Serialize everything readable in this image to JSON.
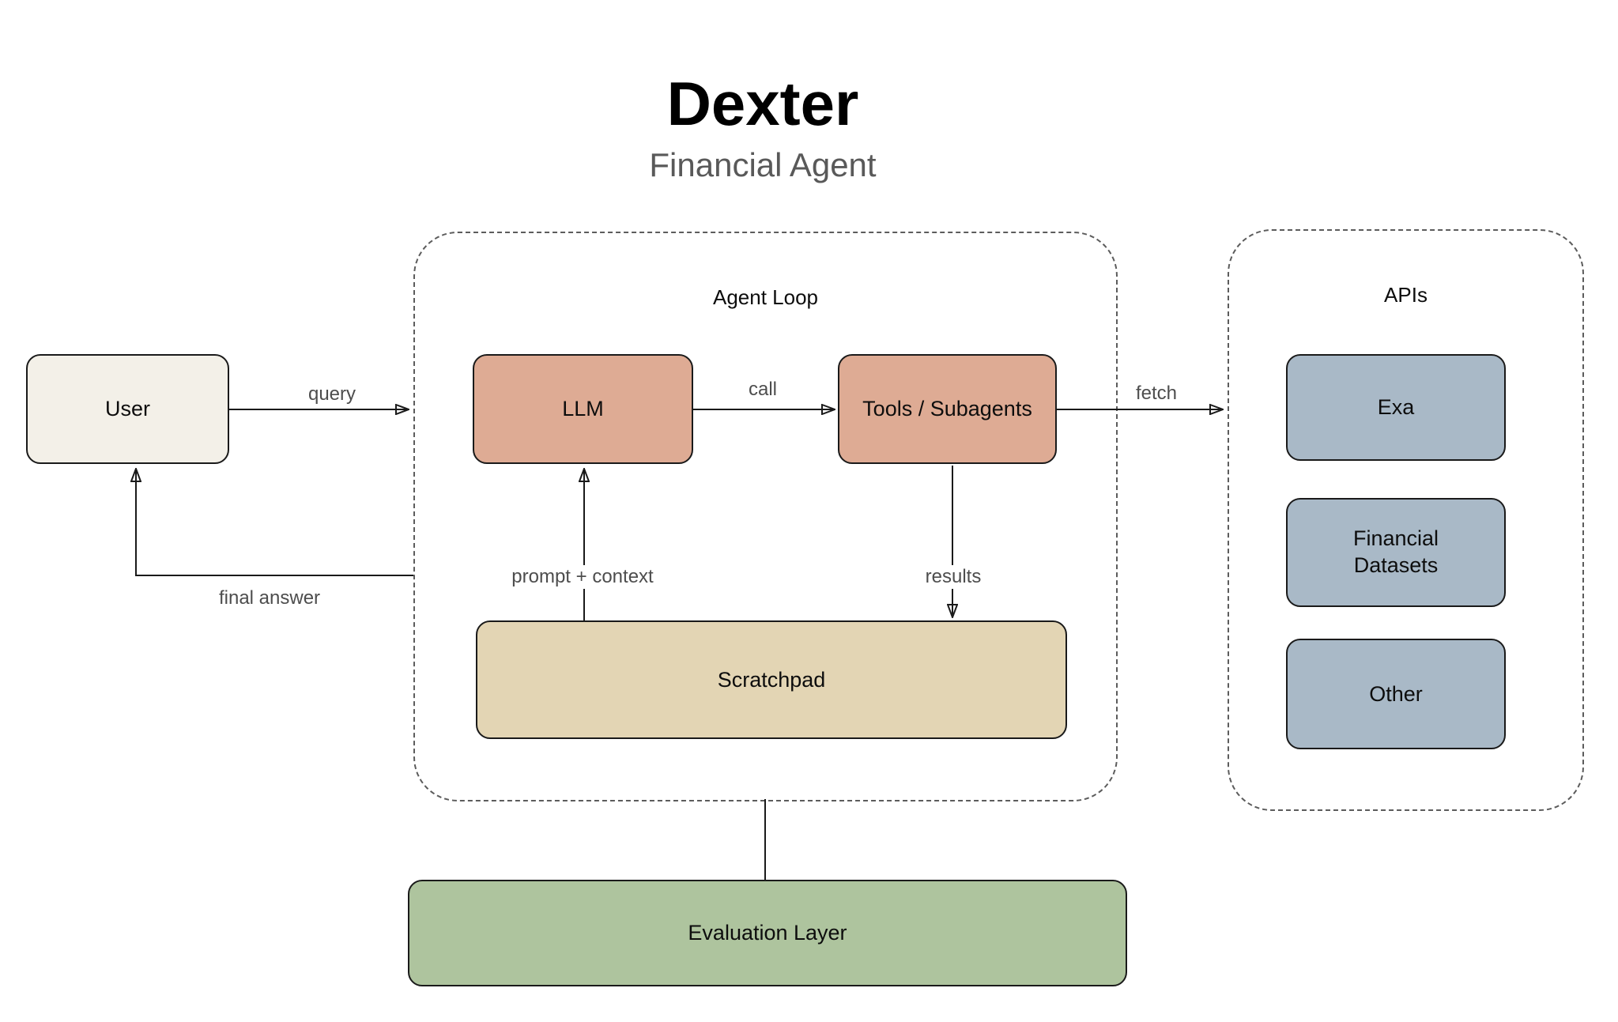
{
  "title": {
    "main": "Dexter",
    "subtitle": "Financial Agent"
  },
  "containers": {
    "agent_loop": {
      "label": "Agent Loop"
    },
    "apis": {
      "label": "APIs"
    }
  },
  "nodes": {
    "user": {
      "label": "User",
      "fill": "#f3f0e8"
    },
    "llm": {
      "label": "LLM",
      "fill": "#deab94"
    },
    "tools": {
      "label": "Tools / Subagents",
      "fill": "#deab94"
    },
    "scratchpad": {
      "label": "Scratchpad",
      "fill": "#e3d5b4"
    },
    "evaluation": {
      "label": "Evaluation Layer",
      "fill": "#aec49e"
    },
    "exa": {
      "label": "Exa",
      "fill": "#a9b9c7"
    },
    "financial_datasets": {
      "label": "Financial Datasets",
      "fill": "#a9b9c7"
    },
    "other": {
      "label": "Other",
      "fill": "#a9b9c7"
    }
  },
  "edges": {
    "query": "query",
    "call": "call",
    "fetch": "fetch",
    "prompt_context": "prompt + context",
    "results": "results",
    "final_answer": "final answer"
  },
  "colors": {
    "edge_stroke": "#1a1a1a",
    "dashed_border": "#5c5c5c",
    "edge_label_text": "#4d4d4d",
    "subtitle_text": "#595959",
    "node_border": "#1a1a1a",
    "background": "#ffffff"
  }
}
